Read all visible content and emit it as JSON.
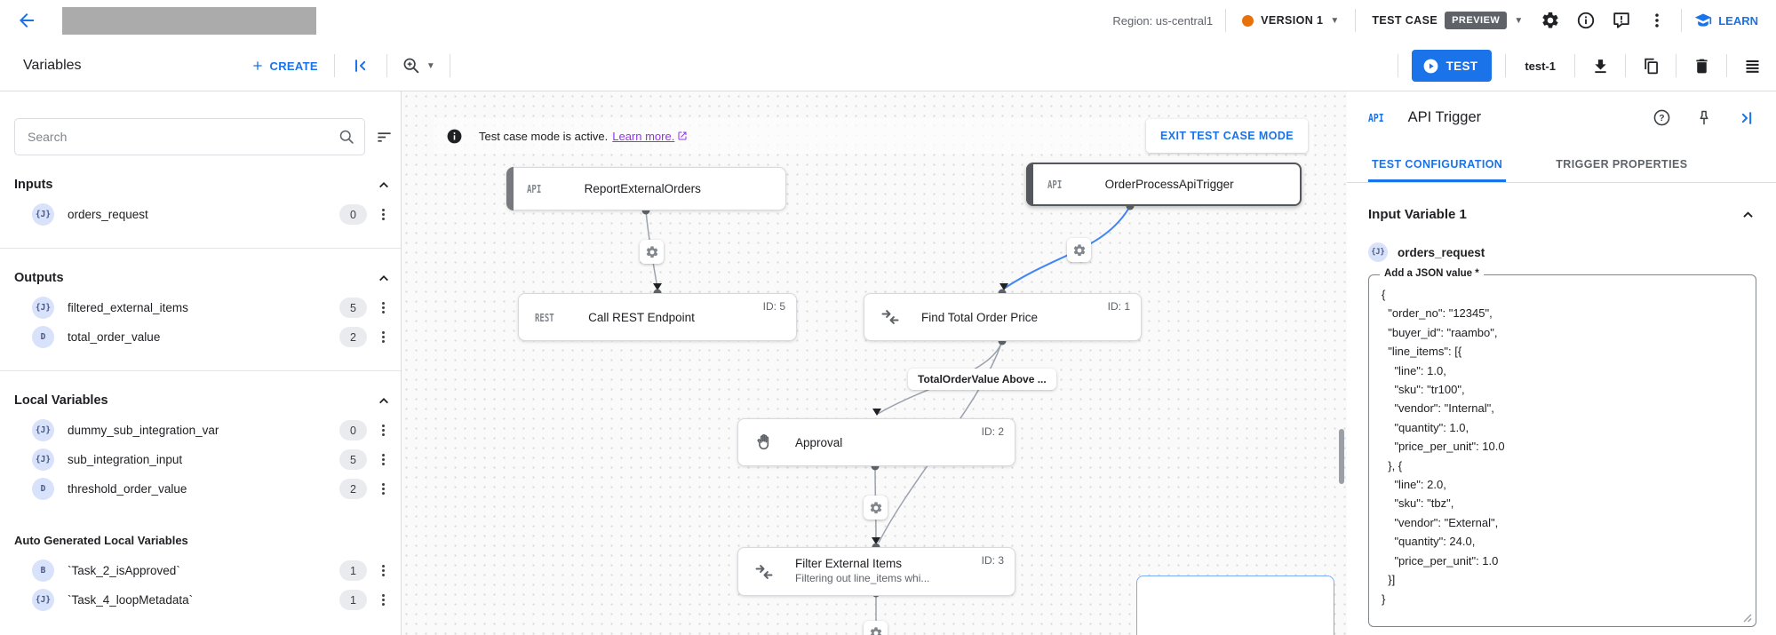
{
  "topbar": {
    "region": "Region: us-central1",
    "version_label": "VERSION 1",
    "test_case_label": "TEST CASE",
    "preview_badge": "PREVIEW",
    "learn_label": "LEARN"
  },
  "toolbar": {
    "title": "Variables",
    "create_label": "CREATE",
    "test_button": "TEST",
    "test_name": "test-1"
  },
  "sidebar": {
    "search_placeholder": "Search",
    "sections": [
      {
        "title": "Inputs",
        "items": [
          {
            "icon": "{J}",
            "name": "orders_request",
            "count": "0"
          }
        ]
      },
      {
        "title": "Outputs",
        "items": [
          {
            "icon": "{J}",
            "name": "filtered_external_items",
            "count": "5"
          },
          {
            "icon": "D",
            "name": "total_order_value",
            "count": "2"
          }
        ]
      },
      {
        "title": "Local Variables",
        "items": [
          {
            "icon": "{J}",
            "name": "dummy_sub_integration_var",
            "count": "0"
          },
          {
            "icon": "{J}",
            "name": "sub_integration_input",
            "count": "5"
          },
          {
            "icon": "D",
            "name": "threshold_order_value",
            "count": "2"
          }
        ]
      },
      {
        "title": "Auto Generated Local Variables",
        "items": [
          {
            "icon": "B",
            "name": "`Task_2_isApproved`",
            "count": "1"
          },
          {
            "icon": "{J}",
            "name": "`Task_4_loopMetadata`",
            "count": "1"
          }
        ]
      }
    ]
  },
  "canvas": {
    "banner": {
      "text": "Test case mode is active.",
      "link": "Learn more.",
      "exit_button": "EXIT TEST CASE MODE"
    },
    "edge_label": "TotalOrderValue Above ...",
    "nodes": {
      "report": {
        "type": "API",
        "title": "ReportExternalOrders"
      },
      "order_trigger": {
        "type": "API",
        "title": "OrderProcessApiTrigger"
      },
      "rest": {
        "type": "REST",
        "title": "Call REST Endpoint",
        "id": "ID: 5"
      },
      "find_total": {
        "title": "Find Total Order Price",
        "id": "ID: 1"
      },
      "approval": {
        "title": "Approval",
        "id": "ID: 2"
      },
      "filter": {
        "title": "Filter External Items",
        "subtitle": "Filtering out line_items whi...",
        "id": "ID: 3"
      }
    }
  },
  "panel": {
    "type_label": "API",
    "title": "API Trigger",
    "tabs": [
      {
        "label": "TEST CONFIGURATION"
      },
      {
        "label": "TRIGGER PROPERTIES"
      }
    ],
    "section_title": "Input Variable 1",
    "variable": {
      "icon": "{J}",
      "name": "orders_request"
    },
    "field_label": "Add a JSON value *",
    "json_value": "{\n  \"order_no\": \"12345\",\n  \"buyer_id\": \"raambo\",\n  \"line_items\": [{\n    \"line\": 1.0,\n    \"sku\": \"tr100\",\n    \"vendor\": \"Internal\",\n    \"quantity\": 1.0,\n    \"price_per_unit\": 10.0\n  }, {\n    \"line\": 2.0,\n    \"sku\": \"tbz\",\n    \"vendor\": \"External\",\n    \"quantity\": 24.0,\n    \"price_per_unit\": 1.0\n  }]\n}"
  },
  "colors": {
    "accent": "#1a73e8",
    "version_dot": "#e8710a",
    "preview_badge": "#5f6368",
    "link_purple": "#9334e6",
    "edge_blue": "#4285f4"
  }
}
